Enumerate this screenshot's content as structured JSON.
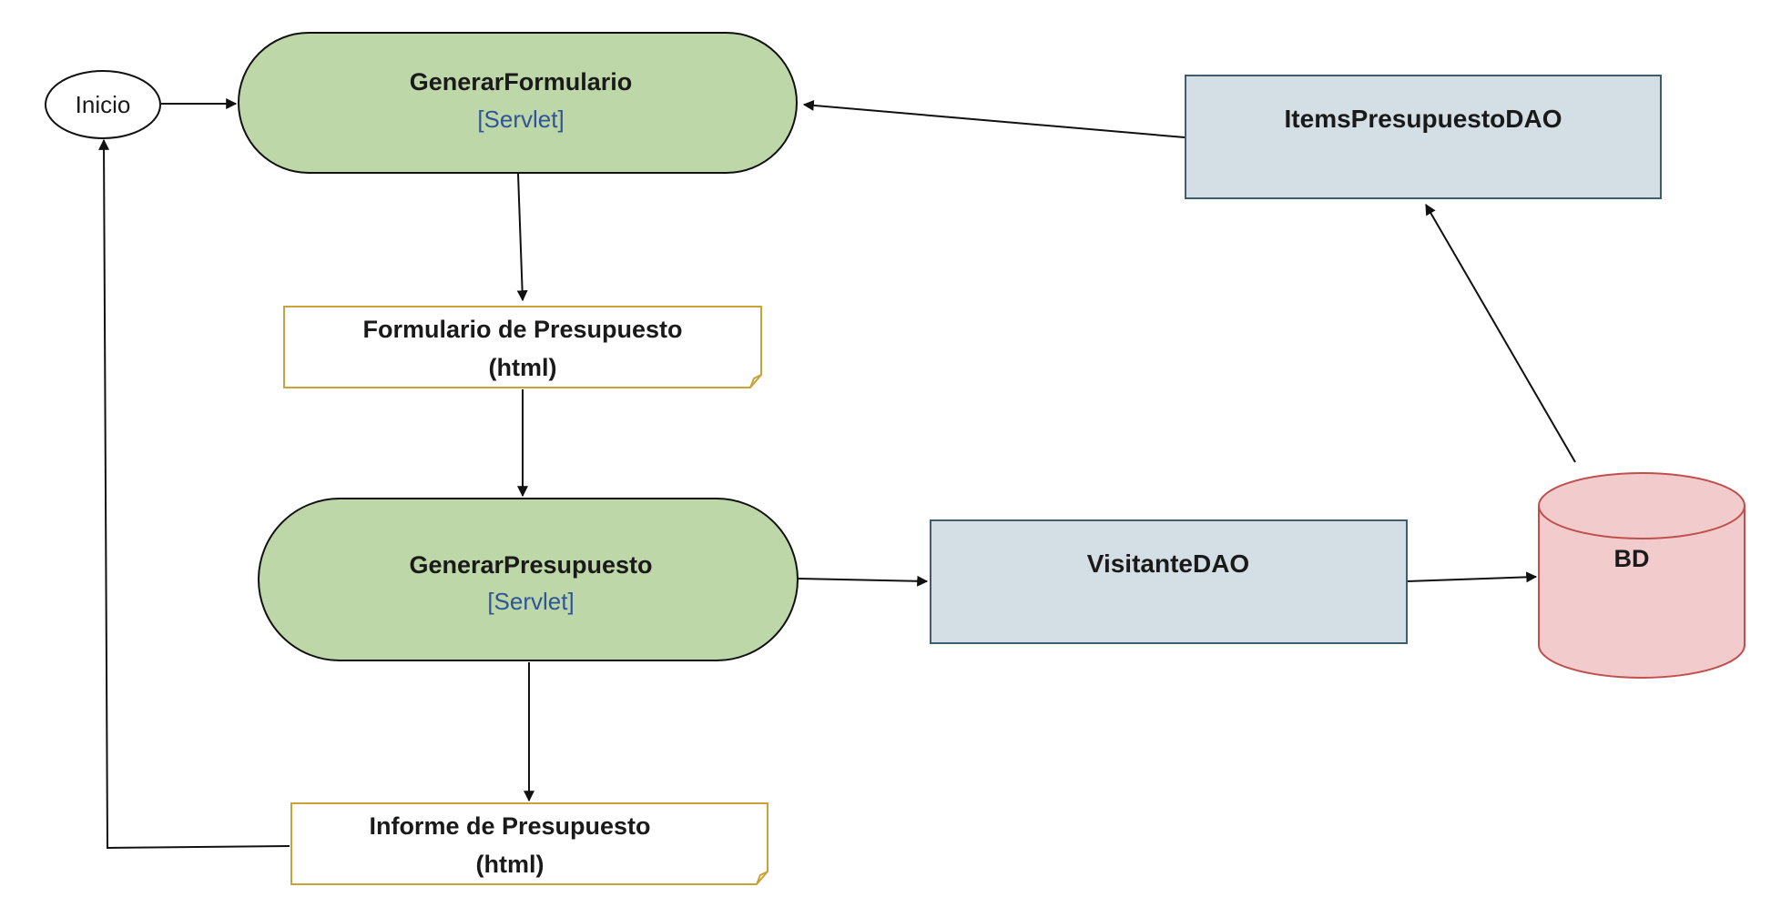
{
  "nodes": {
    "inicio": {
      "label": "Inicio"
    },
    "generar_formulario": {
      "title": "GenerarFormulario",
      "stereotype": "[Servlet]"
    },
    "formulario_presupuesto": {
      "line1": "Formulario de Presupuesto",
      "line2": "(html)"
    },
    "generar_presupuesto": {
      "title": "GenerarPresupuesto",
      "stereotype": "[Servlet]"
    },
    "informe_presupuesto": {
      "line1": "Informe de Presupuesto",
      "line2": "(html)"
    },
    "visitante_dao": {
      "label": "VisitanteDAO"
    },
    "items_presupuesto_dao": {
      "label": "ItemsPresupuestoDAO"
    },
    "bd": {
      "label": "BD"
    }
  },
  "colors": {
    "servlet_fill": "#bdd7a8",
    "dao_fill": "#d3dfe4",
    "dao_stroke": "#3f5d6e",
    "document_stroke": "#c9a338",
    "database_fill": "#f2cccc",
    "database_stroke": "#c0504d",
    "stereotype_text": "#2f5597"
  }
}
